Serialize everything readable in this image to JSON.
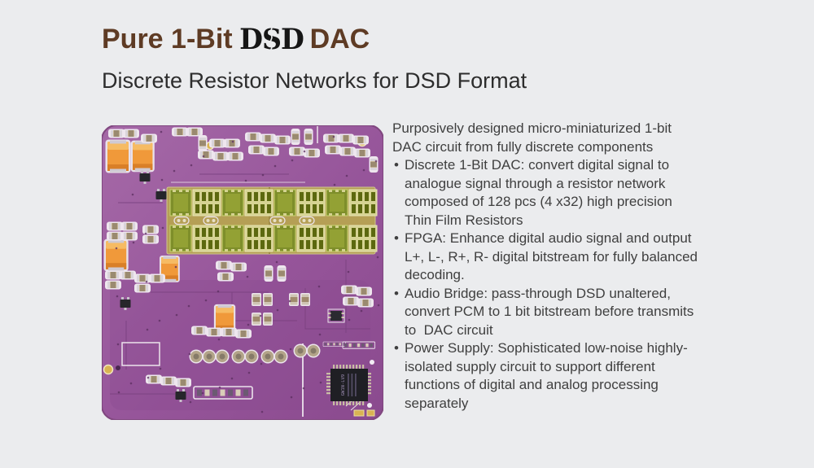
{
  "page": {
    "background_color": "#ebecee"
  },
  "header": {
    "title": {
      "prefix": "Pure 1-Bit",
      "logo": "DSD",
      "suffix": "DAC",
      "accent_color": "#5e3b24",
      "logo_color": "#161616"
    },
    "subtitle": "Discrete Resistor Networks for DSD Format"
  },
  "main": {
    "intro": "Purposively designed micro-miniaturized 1-bit DAC circuit from fully discrete components",
    "bullets": [
      "Discrete 1-Bit DAC: convert digital signal to analogue signal through a resistor network composed of 128 pcs (4 x32) high precision Thin Film Resistors",
      "FPGA: Enhance digital audio signal and output L+, L-, R+, R- digital bitstream for fully balanced decoding.",
      "Audio Bridge: pass-through DSD unaltered, convert PCM to 1 bit bitstream before transmits to  DAC circuit",
      "Power Supply: Sophisticated low-noise highly-isolated supply circuit to support different functions of digital and analog processing separately"
    ]
  },
  "pcb": {
    "alt": "Close-up photo of purple DAC circuit board with discrete resistor network",
    "chip_label": "GW1N-LV9",
    "colors": {
      "board": "#96559a",
      "resistor_block_bg": "#b59f55",
      "resistor_array": "#d6d393",
      "resistor_chip": "#7e8e2a",
      "capacitor_orange": "#f0993a",
      "silkscreen": "#ece4ec"
    }
  }
}
